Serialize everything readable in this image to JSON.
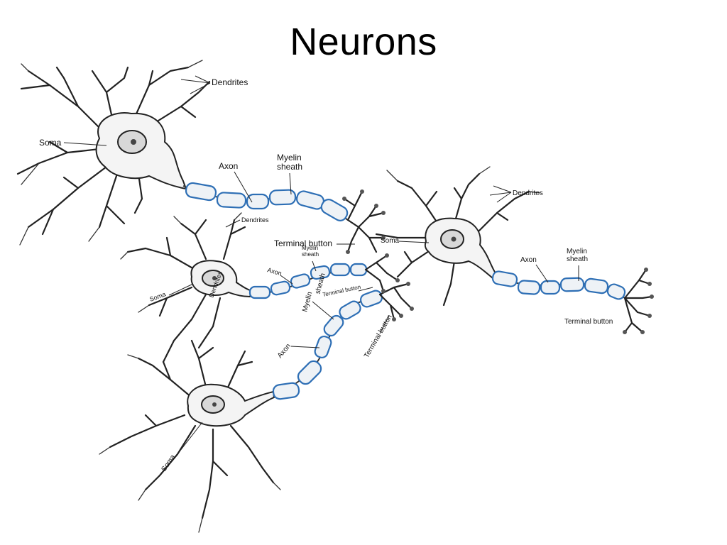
{
  "title": "Neurons",
  "labels": {
    "n1_dendrites": "Dendrites",
    "n1_soma": "Soma",
    "n1_axon": "Axon",
    "n1_myelin": "Myelin\nsheath",
    "n2_dendrites": "Dendrites",
    "n2_terminal": "Terminal button",
    "n2_soma": "Soma",
    "n2_axon": "Axon",
    "n2_myelin": "Myelin\nsheath",
    "n3_dendrites": "Dendrites",
    "n3_soma": "Soma",
    "n3_axon": "Axon",
    "n3_myelin": "Myelin\nsheath",
    "n3_terminal": "Terminal button",
    "n4_soma": "Soma",
    "n4_axon": "Axon",
    "n4_myelin": "Myelin\nsheath",
    "n4_terminal": "Terminal button"
  },
  "colors": {
    "myelin_outline": "#2e6fb5",
    "ink": "#222222"
  }
}
